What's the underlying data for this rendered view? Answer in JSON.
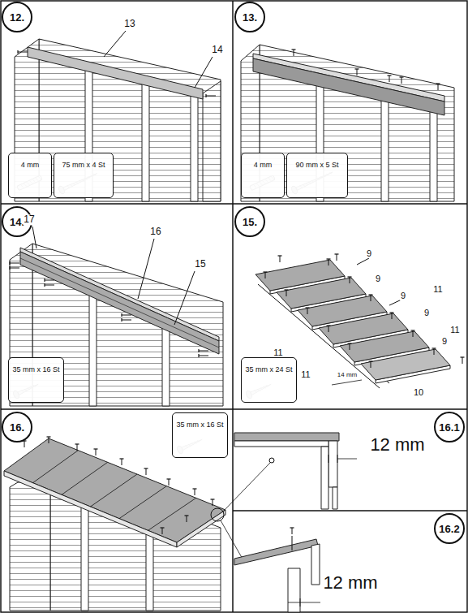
{
  "diagram": {
    "nodes": [
      {
        "text": [
          "12."
        ]
      },
      {
        "text": [
          "4 mm"
        ]
      },
      {
        "text": [
          "75 mm x 4 St"
        ]
      },
      {
        "text": [
          "13."
        ]
      },
      {
        "text": [
          "4 mm"
        ]
      },
      {
        "text": [
          "90 mm x 5 St"
        ]
      },
      {
        "text": [
          "14."
        ]
      },
      {
        "text": [
          "35 mm x 16 St"
        ]
      },
      {
        "text": [
          "15."
        ]
      },
      {
        "text": [
          "35 mm x 24 St"
        ]
      },
      {
        "text": [
          "16."
        ]
      },
      {
        "text": [
          "35 mm x 16 St"
        ]
      },
      {
        "text": [
          "16.1"
        ]
      },
      {
        "text": [
          "16.2"
        ]
      }
    ],
    "edges": [],
    "labels": [
      "13",
      "14",
      "17",
      "16",
      "15",
      "9",
      "9",
      "11",
      "9",
      "9",
      "11",
      "9",
      "11",
      "11",
      "10",
      "14 mm",
      "12 mm",
      "12 mm"
    ]
  }
}
